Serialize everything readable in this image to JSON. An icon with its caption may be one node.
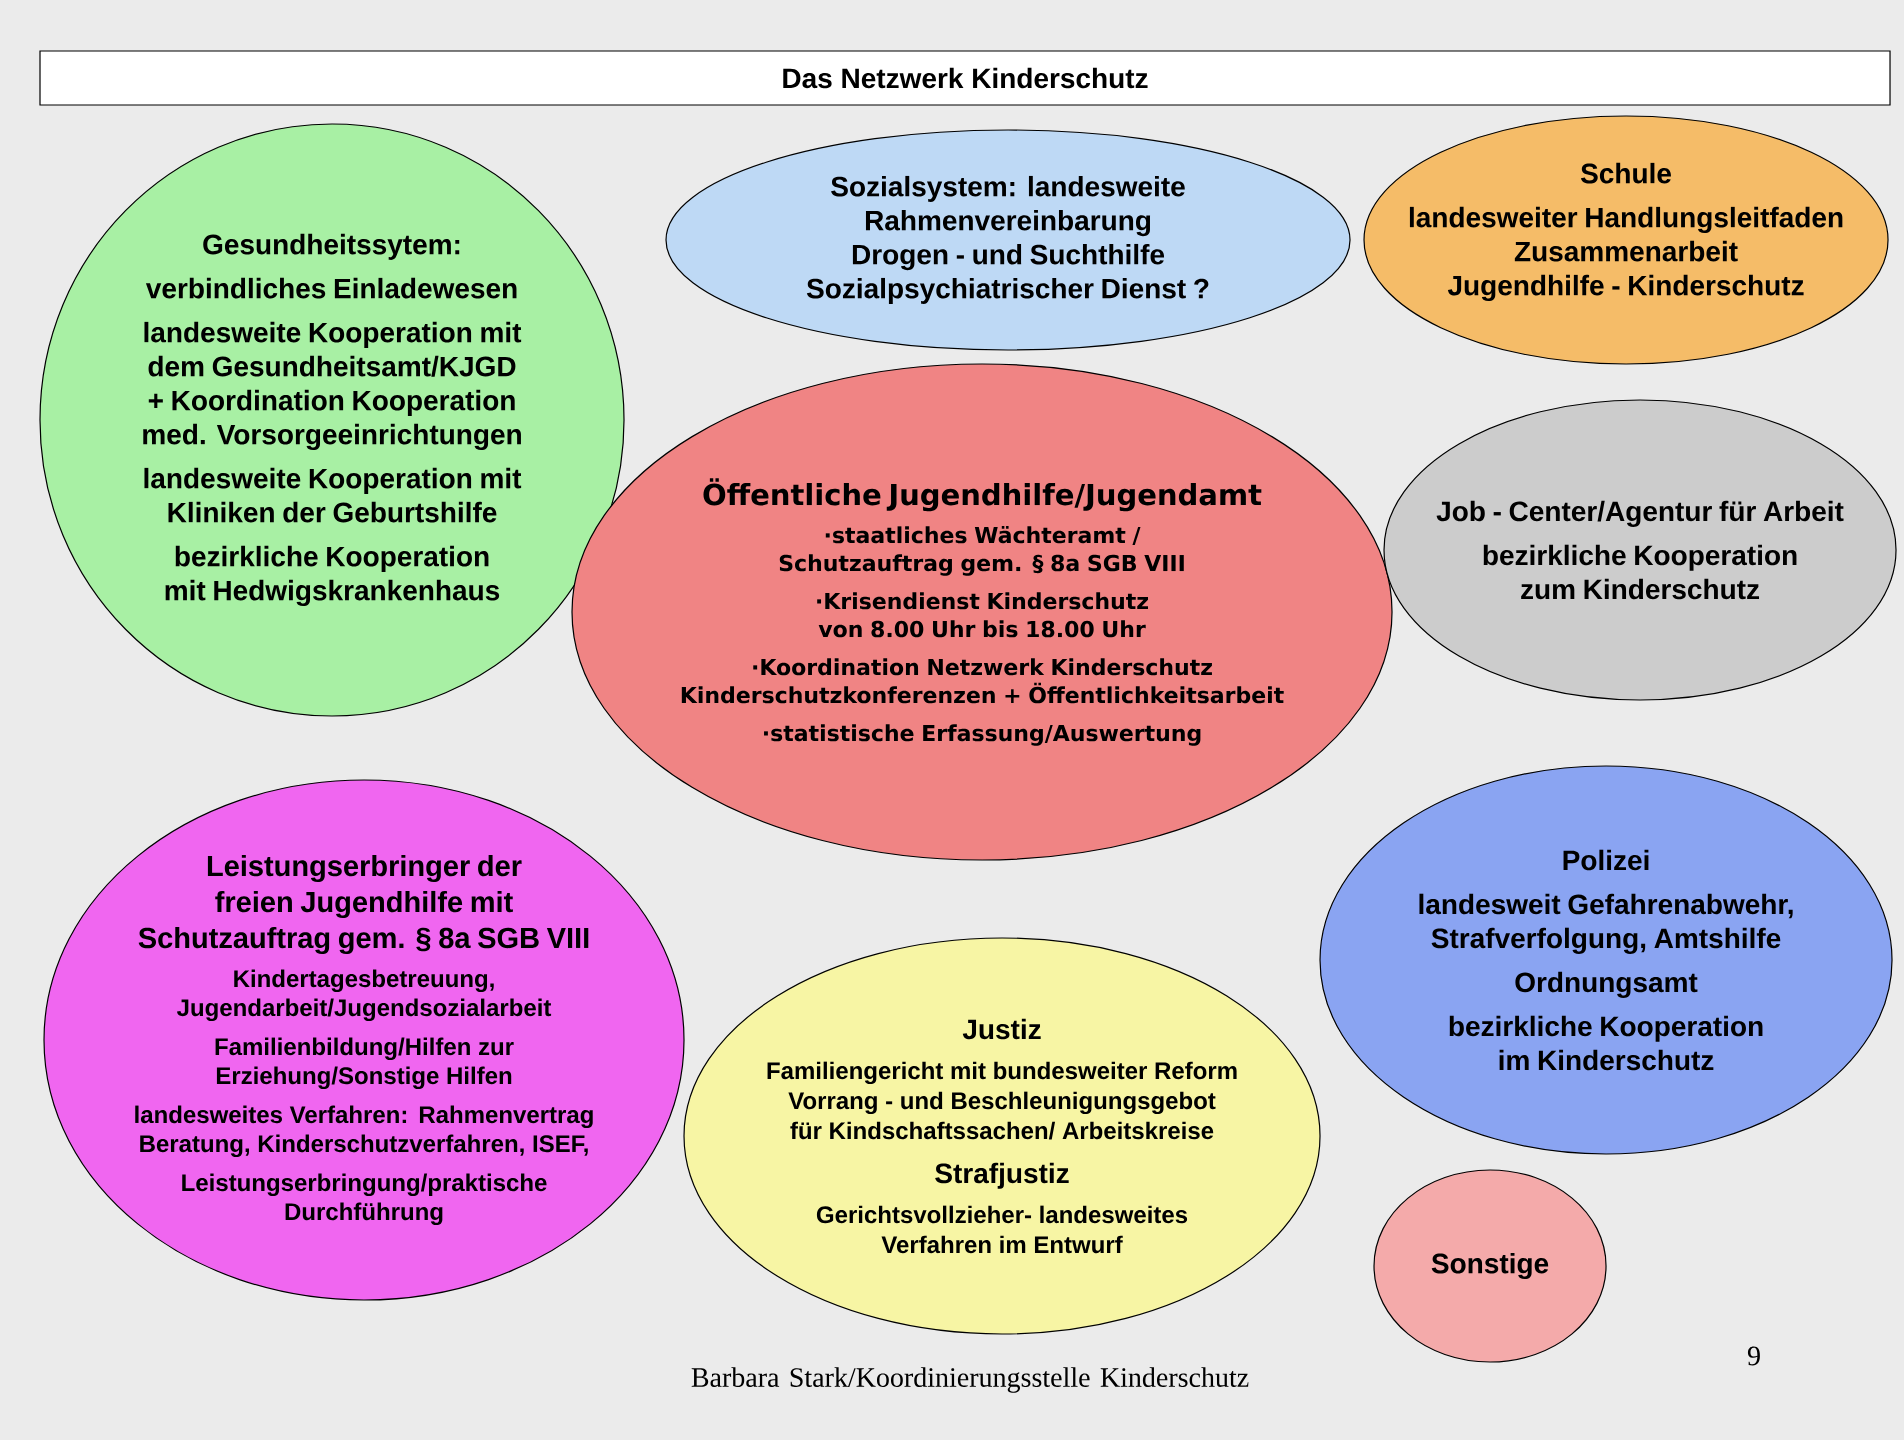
{
  "diagram": {
    "title": "Das Netzwerk Kinderschutz",
    "nodes": [
      {
        "text": [
          "Gesundheitssytem:",
          "verbindliches Einladewesen",
          "landesweite Kooperation mit dem Gesundheitsamt/KJGD + Koordination Kooperation med. Vorsorgeeinrichtungen",
          "landesweite Kooperation mit Kliniken der Geburtshilfe",
          "bezirkliche Kooperation mit Hedwigskrankenhaus"
        ]
      },
      {
        "text": [
          "Sozialsystem: landesweite Rahmenvereinbarung Drogen - und Suchthilfe Sozialpsychiatrischer Dienst ?"
        ]
      },
      {
        "text": [
          "Schule",
          "landesweiter Handlungsleitfaden Zusammenarbeit Jugendhilfe - Kinderschutz"
        ]
      },
      {
        "text": [
          "Öffentliche Jugendhilfe/Jugendamt",
          "·staatliches Wächteramt / Schutzauftrag gem. § 8a SGB VIII",
          "·Krisendienst Kinderschutz von 8.00 Uhr bis 18.00 Uhr",
          "·Koordination Netzwerk Kinderschutz Kinderschutzkonferenzen + Öffentlichkeitsarbeit",
          "·statistische Erfassung/Auswertung"
        ]
      },
      {
        "text": [
          "Job - Center/Agentur für Arbeit",
          "bezirkliche Kooperation zum Kinderschutz"
        ]
      },
      {
        "text": [
          "Leistungserbringer der freien Jugendhilfe mit Schutzauftrag gem. § 8a SGB VIII",
          "Kindertagesbetreuung, Jugendarbeit/Jugendsozialarbeit",
          "Familienbildung/Hilfen zur Erziehung/Sonstige Hilfen",
          "landesweites Verfahren: Rahmenvertrag Beratung, Kinderschutzverfahren, ISEF,",
          "Leistungserbringung/praktische Durchführung"
        ]
      },
      {
        "text": [
          "Polizei",
          "landesweit Gefahrenabwehr, Strafverfolgung, Amtshilfe",
          "Ordnungsamt",
          "bezirkliche Kooperation im Kinderschutz"
        ]
      },
      {
        "text": [
          "Justiz",
          "Familiengericht mit bundesweiter Reform Vorrang - und Beschleunigungsgebot für Kindschaftssachen/ Arbeitskreise",
          "Strafjustiz",
          "Gerichtsvollzieher- landesweites Verfahren im Entwurf"
        ]
      },
      {
        "text": [
          "Sonstige"
        ]
      }
    ],
    "labels": [
      "Barbara Stark/Koordinierungsstelle Kinderschutz",
      "9"
    ]
  }
}
